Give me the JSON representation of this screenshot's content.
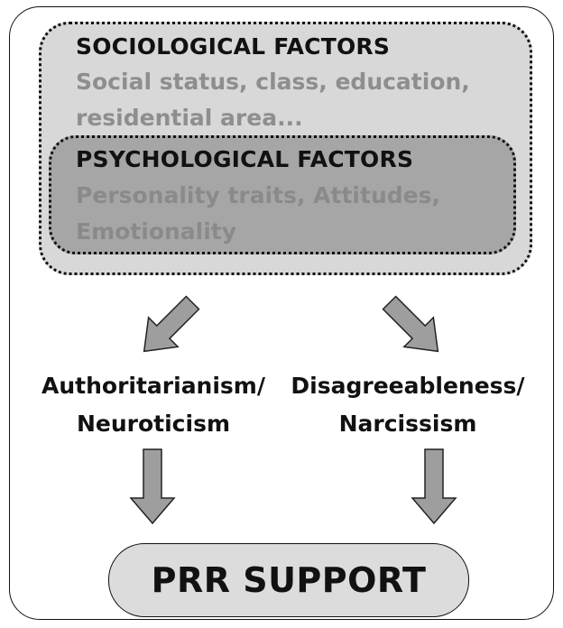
{
  "sociological": {
    "title": "SOCIOLOGICAL FACTORS",
    "line1": "Social status, class, education,",
    "line2": "residential area..."
  },
  "psychological": {
    "title": "PSYCHOLOGICAL FACTORS",
    "line1": "Personality traits, Attitudes,",
    "line2": "Emotionality"
  },
  "left_path": {
    "line1": "Authoritarianism/",
    "line2": "Neuroticism"
  },
  "right_path": {
    "line1": "Disagreeableness/",
    "line2": "Narcissism"
  },
  "outcome": {
    "label": "PRR SUPPORT"
  },
  "colors": {
    "sociological_fill": "#d8d8d8",
    "psychological_fill": "#a6a6a6",
    "arrow_fill": "#9e9e9e",
    "outcome_fill": "#dcdcdc",
    "subtext": "#8e8e8e"
  }
}
